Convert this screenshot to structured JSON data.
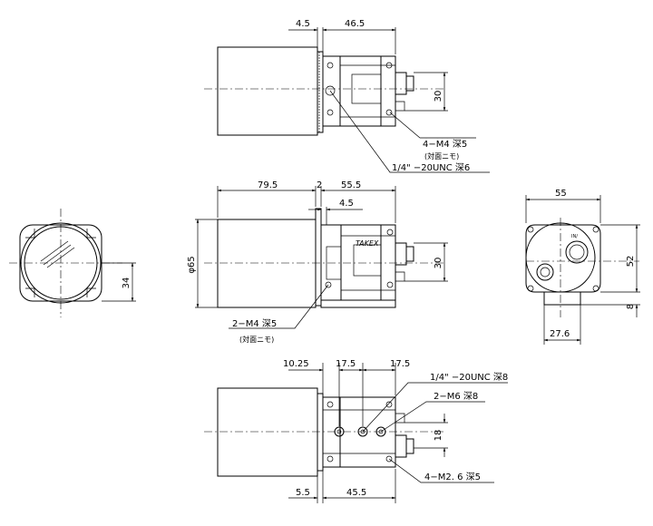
{
  "dims": {
    "top_4_5": "4.5",
    "top_46_5": "46.5",
    "top_30": "30",
    "mid_79_5": "79.5",
    "mid_2": "2",
    "mid_55_5": "55.5",
    "mid_4_5": "4.5",
    "mid_30": "30",
    "phi65": "φ65",
    "left_34": "34",
    "right_55": "55",
    "right_52": "52",
    "right_8": "8",
    "right_27_6": "27.6",
    "bot_10_25": "10.25",
    "bot_17_5a": "17.5",
    "bot_17_5b": "17.5",
    "bot_18": "18",
    "bot_5_5": "5.5",
    "bot_45_5": "45.5"
  },
  "callouts": {
    "m4_deep5": "4−M4  深5",
    "opposite_side_top": "(対面ニモ)",
    "unc_deep6": "1/4\" −20UNC  深6",
    "m4_2_deep5": "2−M4  深5",
    "opposite_side_mid": "(対面ニモ)",
    "unc_deep8": "1/4\" −20UNC  深8",
    "m6_deep8": "2−M6  深8",
    "m2_6_deep5": "4−M2. 6  深5"
  },
  "brand": "TAKEX",
  "connector_label": "IN/"
}
